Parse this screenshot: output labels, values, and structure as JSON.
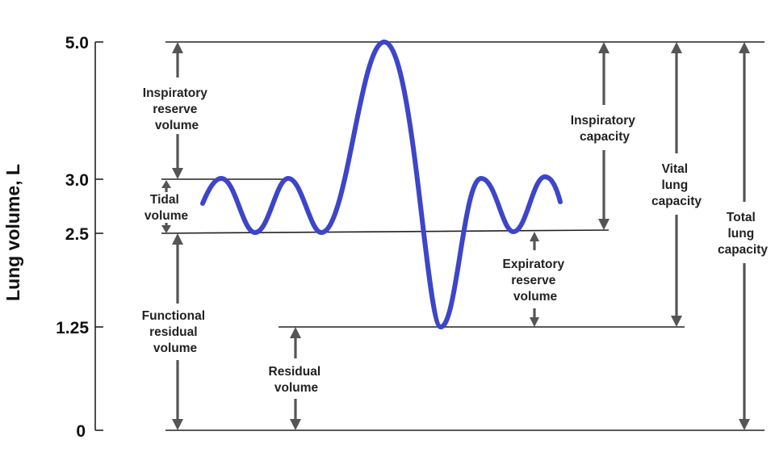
{
  "axis": {
    "ylabel": "Lung volume, L",
    "ticks": [
      {
        "value": 5.0,
        "label": "5.0"
      },
      {
        "value": 3.0,
        "label": "3.0"
      },
      {
        "value": 2.5,
        "label": "2.5"
      },
      {
        "value": 1.25,
        "label": "1.25"
      },
      {
        "value": 0,
        "label": "0"
      }
    ]
  },
  "annotations": {
    "inspiratory_reserve_volume": [
      "Inspiratory",
      "reserve",
      "volume"
    ],
    "tidal_volume": [
      "Tidal",
      "volume"
    ],
    "functional_residual_volume": [
      "Functional",
      "residual",
      "volume"
    ],
    "residual_volume": [
      "Residual",
      "volume"
    ],
    "expiratory_reserve_volume": [
      "Expiratory",
      "reserve",
      "volume"
    ],
    "inspiratory_capacity": [
      "Inspiratory",
      "capacity"
    ],
    "vital_lung_capacity": [
      "Vital",
      "lung",
      "capacity"
    ],
    "total_lung_capacity": [
      "Total",
      "lung",
      "capacity"
    ]
  },
  "colors": {
    "curve": "#3d45c9",
    "arrows": "#555555",
    "rules": "#222222"
  }
}
